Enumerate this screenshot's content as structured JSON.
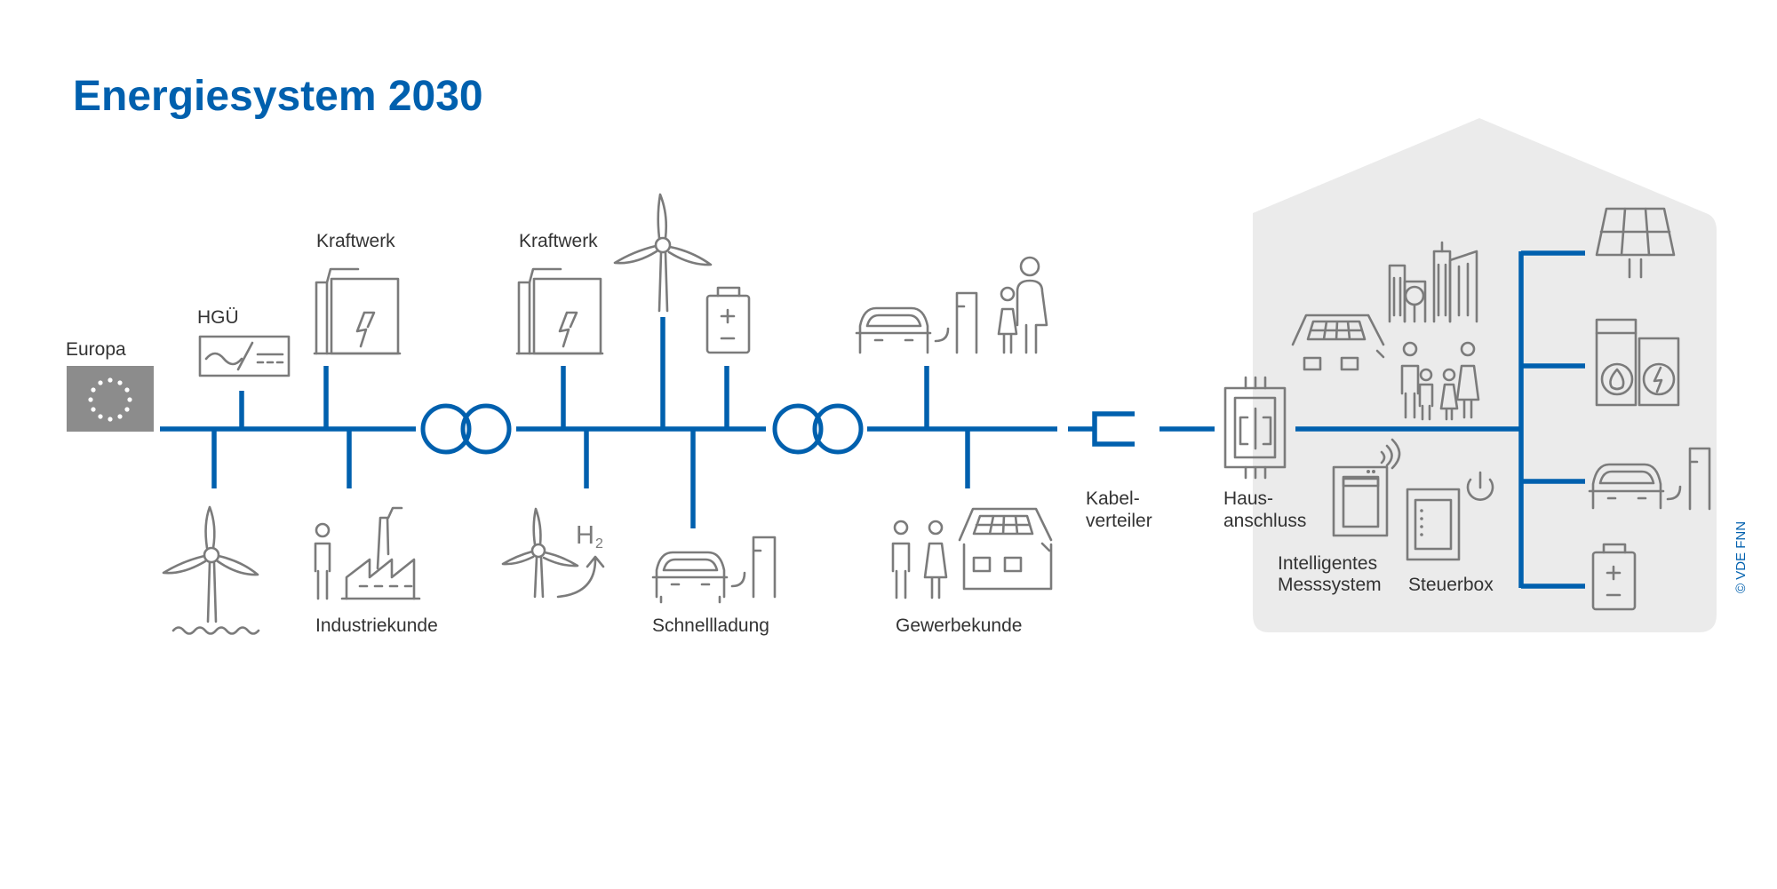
{
  "title": "Energiesystem 2030",
  "labels": {
    "europa": "Europa",
    "hgue": "HGÜ",
    "kraftwerk_1": "Kraftwerk",
    "kraftwerk_2": "Kraftwerk",
    "industriekunde": "Industriekunde",
    "schnellladung": "Schnellladung",
    "gewerbekunde": "Gewerbekunde",
    "kabelverteiler_l1": "Kabel-",
    "kabelverteiler_l2": "verteiler",
    "hausanschluss_l1": "Haus-",
    "hausanschluss_l2": "anschluss",
    "messsystem_l1": "Intelligentes",
    "messsystem_l2": "Messsystem",
    "steuerbox": "Steuerbox"
  },
  "copyright": "© VDE FNN",
  "colors": {
    "accent": "#0060ae",
    "icon": "#7b7b7b",
    "house_bg": "#ebebeb",
    "europe_box": "#8c8c8c"
  },
  "icons": [
    "eu-flag-icon",
    "hvdc-converter-icon",
    "power-plant-icon",
    "offshore-wind-turbine-icon",
    "industry-icon",
    "wind-turbine-icon",
    "battery-icon",
    "hydrogen-wind-icon",
    "ev-charging-icon",
    "people-icon",
    "solar-building-icon",
    "cable-distributor-icon",
    "house-connection-icon",
    "smart-meter-icon",
    "control-box-icon",
    "solar-panel-icon",
    "heating-icon"
  ]
}
